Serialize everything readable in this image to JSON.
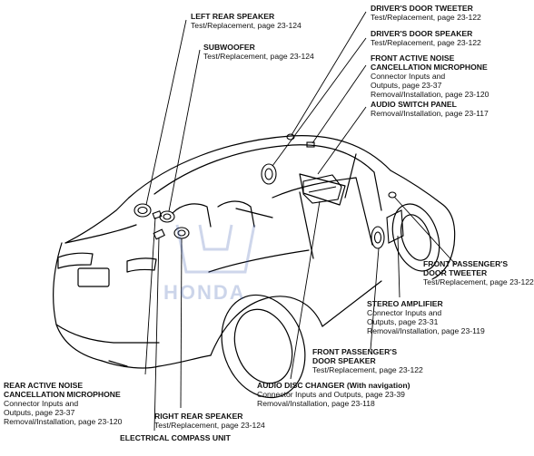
{
  "callouts": [
    {
      "id": "left-rear-speaker",
      "title": [
        "LEFT REAR SPEAKER"
      ],
      "lines": [
        "Test/Replacement, page 23-124"
      ]
    },
    {
      "id": "subwoofer",
      "title": [
        "SUBWOOFER"
      ],
      "lines": [
        "Test/Replacement, page 23-124"
      ]
    },
    {
      "id": "drivers-door-tweeter",
      "title": [
        "DRIVER'S DOOR TWEETER"
      ],
      "lines": [
        "Test/Replacement, page 23-122"
      ]
    },
    {
      "id": "drivers-door-speaker",
      "title": [
        "DRIVER'S DOOR SPEAKER"
      ],
      "lines": [
        "Test/Replacement, page 23-122"
      ]
    },
    {
      "id": "front-anc-mic",
      "title": [
        "FRONT ACTIVE NOISE",
        "CANCELLATION MICROPHONE"
      ],
      "lines": [
        "Connector Inputs and",
        "Outputs, page 23-37",
        "Removal/Installation, page 23-120"
      ]
    },
    {
      "id": "audio-switch-panel",
      "title": [
        "AUDIO SWITCH PANEL"
      ],
      "lines": [
        "Removal/Installation, page 23-117"
      ]
    },
    {
      "id": "front-passenger-door-tweeter",
      "title": [
        "FRONT PASSENGER'S",
        "DOOR TWEETER"
      ],
      "lines": [
        "Test/Replacement, page 23-122"
      ]
    },
    {
      "id": "stereo-amplifier",
      "title": [
        "STEREO AMPLIFIER"
      ],
      "lines": [
        "Connector Inputs and",
        "Outputs, page 23-31",
        "Removal/Installation, page 23-119"
      ]
    },
    {
      "id": "front-passenger-door-speaker",
      "title": [
        "FRONT PASSENGER'S",
        "DOOR SPEAKER"
      ],
      "lines": [
        "Test/Replacement, page 23-122"
      ]
    },
    {
      "id": "audio-disc-changer",
      "title": [
        "AUDIO DISC CHANGER (With navigation)"
      ],
      "lines": [
        "Connector Inputs and Outputs, page 23-39",
        "Removal/Installation, page 23-118"
      ]
    },
    {
      "id": "rear-anc-mic",
      "title": [
        "REAR ACTIVE NOISE",
        "CANCELLATION MICROPHONE"
      ],
      "lines": [
        "Connector Inputs and",
        "Outputs, page 23-37",
        "Removal/Installation, page 23-120"
      ]
    },
    {
      "id": "right-rear-speaker",
      "title": [
        "RIGHT REAR SPEAKER"
      ],
      "lines": [
        "Test/Replacement, page 23-124"
      ]
    },
    {
      "id": "electrical-compass-unit",
      "title": [
        "ELECTRICAL COMPASS UNIT"
      ],
      "lines": []
    }
  ],
  "watermark": {
    "text": "HONDA"
  }
}
